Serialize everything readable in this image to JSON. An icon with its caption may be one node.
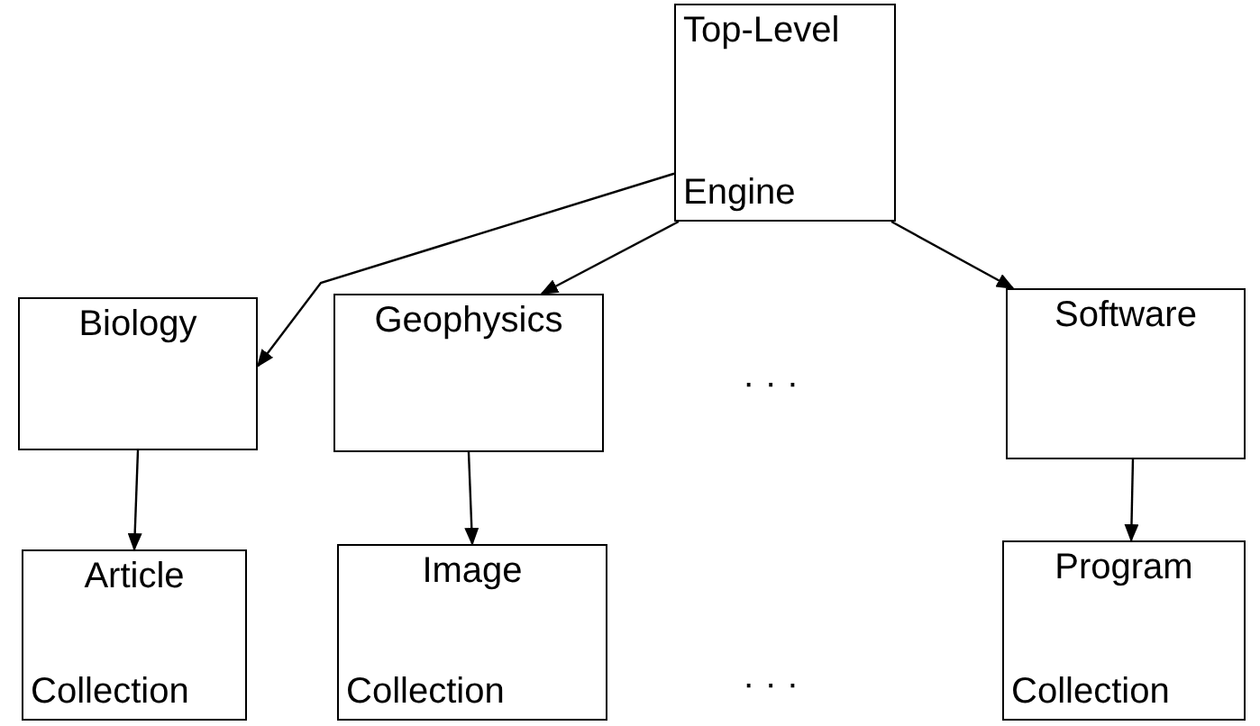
{
  "diagram": {
    "nodes": [
      {
        "text": [
          "Top-Level",
          "Engine"
        ]
      },
      {
        "text": [
          "Biology"
        ]
      },
      {
        "text": [
          "Geophysics"
        ]
      },
      {
        "text": [
          "Software"
        ]
      },
      {
        "text": [
          "Article",
          "Collection"
        ]
      },
      {
        "text": [
          "Image",
          "Collection"
        ]
      },
      {
        "text": [
          "Program",
          "Collection"
        ]
      }
    ],
    "edges": [
      {
        "from": 0,
        "to": 1,
        "arrow": "to"
      },
      {
        "from": 0,
        "to": 2,
        "arrow": "to"
      },
      {
        "from": 0,
        "to": 3,
        "arrow": "to"
      },
      {
        "from": 1,
        "to": 4,
        "arrow": "to"
      },
      {
        "from": 2,
        "to": 5,
        "arrow": "to"
      },
      {
        "from": 3,
        "to": 6,
        "arrow": "to"
      }
    ],
    "labels": [
      "· · ·",
      "· · ·"
    ]
  }
}
